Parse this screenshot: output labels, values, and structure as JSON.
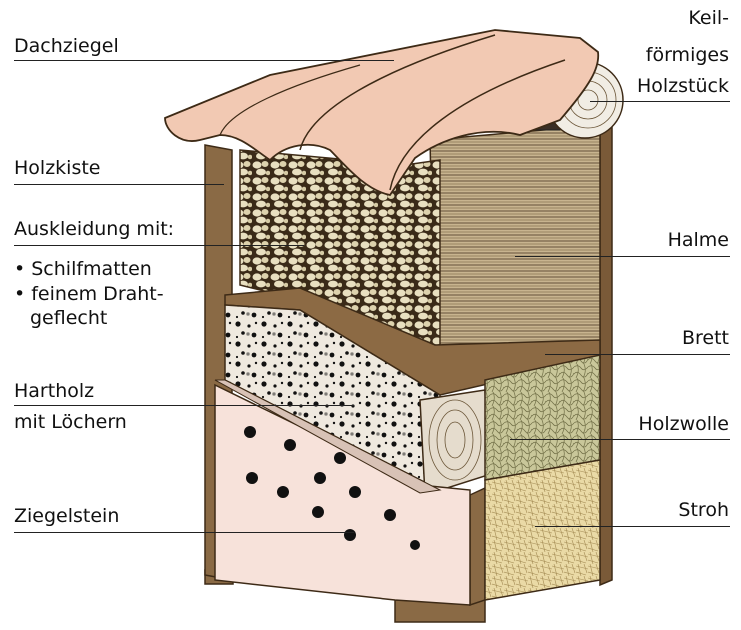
{
  "labels": {
    "dachziegel": "Dachziegel",
    "keil_line1": "Keil-",
    "keil_line2": "förmiges",
    "keil_line3": "Holzstück",
    "holzkiste": "Holzkiste",
    "auskleidung": "Auskleidung mit:",
    "schilfmatten": "• Schilfmatten",
    "draht_line1": "• feinem Draht-",
    "draht_line2": "geflecht",
    "halme": "Halme",
    "brett": "Brett",
    "hartholz_line1": "Hartholz",
    "hartholz_line2": "mit Löchern",
    "holzwolle": "Holzwolle",
    "ziegelstein": "Ziegelstein",
    "stroh": "Stroh"
  },
  "colors": {
    "roof": "#f2c9b3",
    "wood": "#8a6a45",
    "wood_dark": "#5a3f24",
    "brick": "#f7e2da",
    "holzwolle": "#c9c79a",
    "stroh": "#e9d6a0",
    "halme": "#c8b48f",
    "hartholz": "#ece6dc",
    "cobble": "#e6dcbc"
  }
}
